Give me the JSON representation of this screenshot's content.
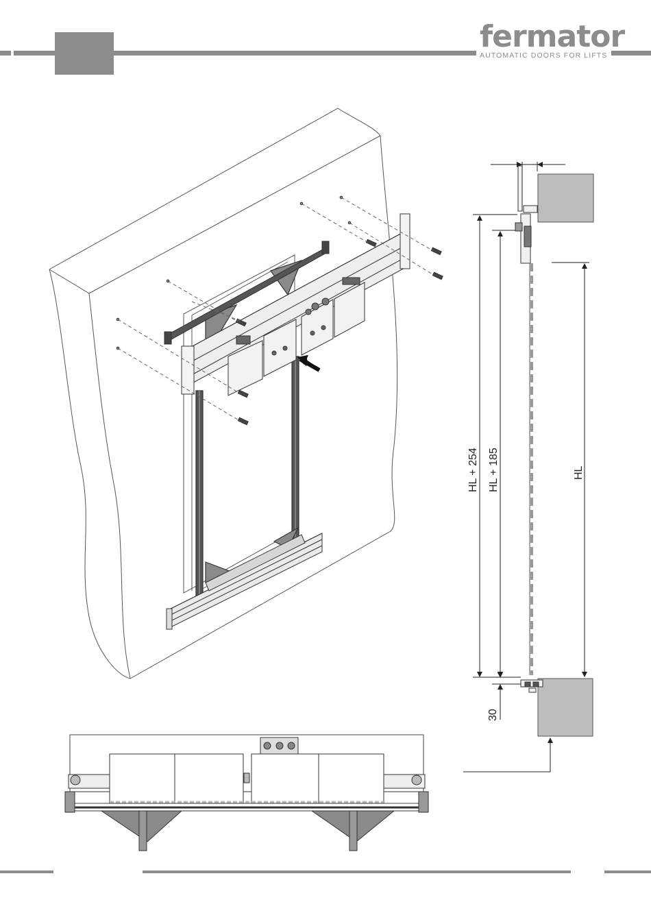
{
  "brand": {
    "name": "fermator",
    "tagline": "AUTOMATIC DOORS FOR LIFTS"
  },
  "dimensions": {
    "hl_254": "HL + 254",
    "hl_185": "HL + 185",
    "hl": "HL",
    "gap_30": "30"
  },
  "colors": {
    "band_gray": "#8a8a8a",
    "tab_gray": "#8c8c8c",
    "wall_fill": "#bdbdbd",
    "line": "#222222"
  }
}
